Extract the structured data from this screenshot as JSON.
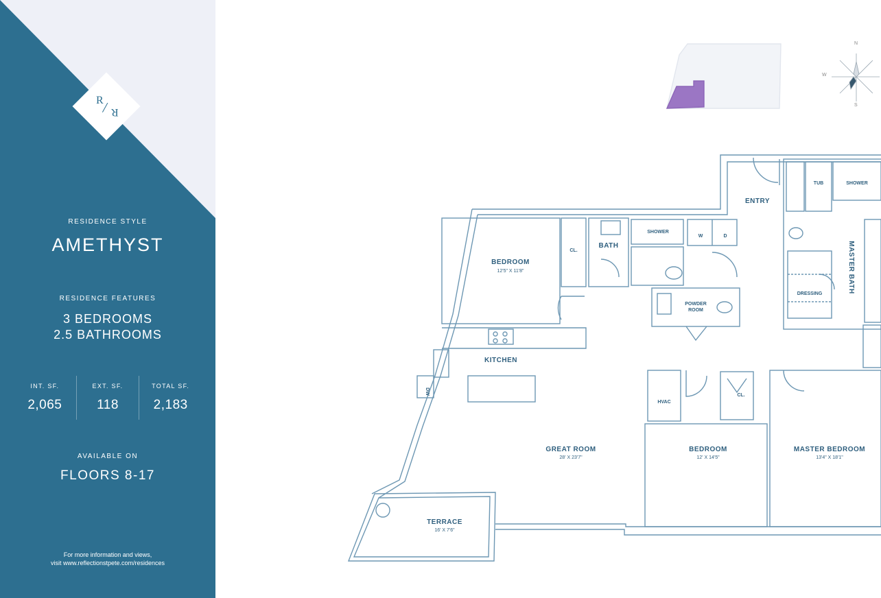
{
  "logo": {
    "left_letter": "R",
    "right_letter": "R"
  },
  "sidebar": {
    "style_label": "RESIDENCE STYLE",
    "style_name": "AMETHYST",
    "features_label": "RESIDENCE FEATURES",
    "bedrooms": "3 BEDROOMS",
    "bathrooms": "2.5 BATHROOMS",
    "stats": [
      {
        "label": "INT. SF.",
        "value": "2,065"
      },
      {
        "label": "EXT. SF.",
        "value": "118"
      },
      {
        "label": "TOTAL SF.",
        "value": "2,183"
      }
    ],
    "available_label": "AVAILABLE ON",
    "floors": "FLOORS 8-17",
    "info_line1": "For more information and views,",
    "info_line2": "visit www.reflectionstpete.com/residences"
  },
  "colors": {
    "sidebar_blue": "#2d6f90",
    "highlight_purple": "#9b76c4",
    "wall_blue": "#6d97b3"
  },
  "compass": {
    "n": "N",
    "w": "W",
    "s": "S"
  },
  "rooms": {
    "bedroom1": {
      "name": "BEDROOM",
      "dim": "12'5\" X 11'8\""
    },
    "closet1": "CL.",
    "bath": "BATH",
    "shower1": "SHOWER",
    "w": "W",
    "d": "D",
    "entry": "ENTRY",
    "tub": "TUB",
    "shower2": "SHOWER",
    "master_bath": "MASTER BATH",
    "dressing": "DRESSING",
    "powder": "POWDER ROOM",
    "kitchen": "KITCHEN",
    "dw": "DW",
    "great_room": {
      "name": "GREAT ROOM",
      "dim": "28' X 23'7\""
    },
    "hvac": "HVAC",
    "closet2": "CL.",
    "bedroom2": {
      "name": "BEDROOM",
      "dim": "12' X 14'5\""
    },
    "master_bedroom": {
      "name": "MASTER BEDROOM",
      "dim": "13'4\" X 18'1\""
    },
    "terrace": {
      "name": "TERRACE",
      "dim": "16' X 7'6\""
    }
  }
}
